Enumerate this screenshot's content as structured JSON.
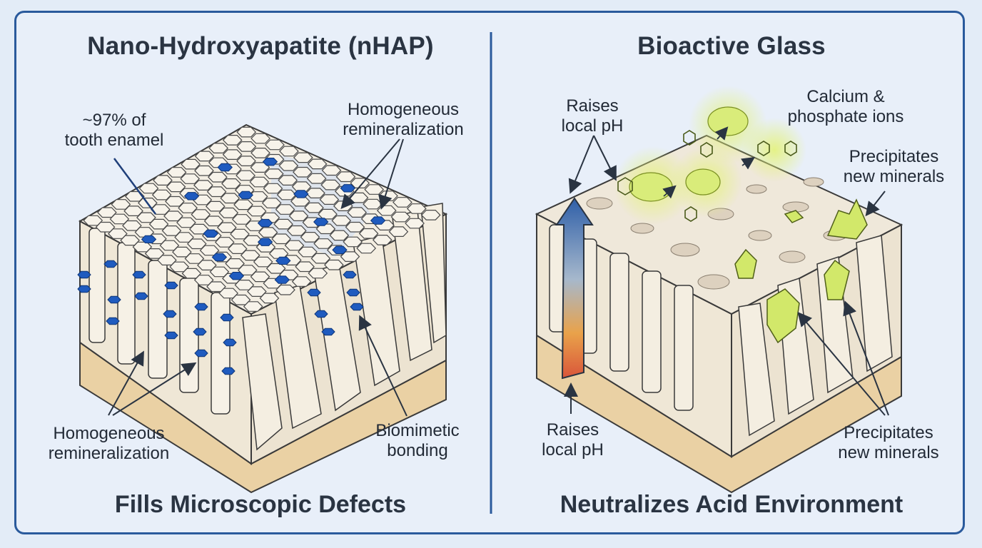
{
  "left_panel": {
    "title": "Nano-Hydroxyapatite (nHAP)",
    "caption": "Fills Microscopic Defects",
    "labels": {
      "enamel_line1": "~97% of",
      "enamel_line2": "tooth enamel",
      "homog_top_line1": "Homogeneous",
      "homog_top_line2": "remineralization",
      "homog_bottom_line1": "Homogeneous",
      "homog_bottom_line2": "remineralization",
      "bio_line1": "Biomimetic",
      "bio_line2": "bonding"
    }
  },
  "right_panel": {
    "title": "Bioactive Glass",
    "caption": "Neutralizes Acid Environment",
    "labels": {
      "ph_top_line1": "Raises",
      "ph_top_line2": "local pH",
      "ions_line1": "Calcium &",
      "ions_line2": "phosphate ions",
      "precip_top_line1": "Precipitates",
      "precip_top_line2": "new minerals",
      "ph_bottom_line1": "Raises",
      "ph_bottom_line2": "local pH",
      "precip_bottom_line1": "Precipitates",
      "precip_bottom_line2": "new minerals"
    }
  },
  "colors": {
    "frame": "#2a5a9c",
    "nhap_particle": "#1f5bbf",
    "enamel": "#f4efe4",
    "dentin": "#e9cfa2",
    "mineral": "#cfe86a",
    "ph_gradient_top": "#2f5fa8",
    "ph_gradient_bottom": "#d9553a"
  }
}
